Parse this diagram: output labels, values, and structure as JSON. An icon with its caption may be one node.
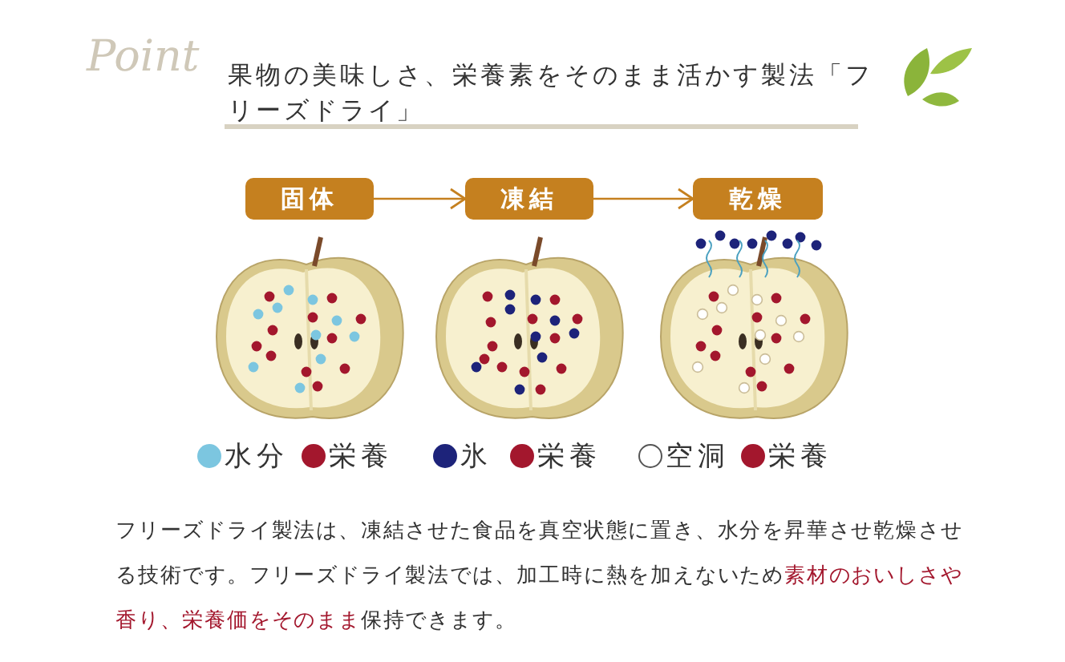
{
  "diagram": {
    "title": "果物の美味しさ、栄養素をそのまま活かす製法「フリーズドライ」",
    "nodes": [
      {
        "text": [
          "固体"
        ]
      },
      {
        "text": [
          "凍結"
        ]
      },
      {
        "text": [
          "乾燥"
        ]
      }
    ],
    "edges": [
      {
        "from": 0,
        "to": 1,
        "arrow": "to"
      },
      {
        "from": 1,
        "to": 2,
        "arrow": "to"
      }
    ],
    "labels": [
      "Point",
      "フリーズドライ製法は、凍結させた食品を真空状態に置き、水分を昇華させ乾燥させる技術です。フリーズドライ製法では、加工時に熱を加えないため**素材のおいしさや香り、栄養価をそのまま**保持できます。"
    ],
    "legend": [
      {
        "text": "水分",
        "color": "#7cc6e0"
      },
      {
        "text": "栄養",
        "color": "#a3172d"
      },
      {
        "text": "氷",
        "color": "#1d237a"
      },
      {
        "text": "栄養",
        "color": "#a3172d"
      },
      {
        "text": "空洞"
      },
      {
        "text": "栄養",
        "color": "#a3172d"
      }
    ]
  }
}
